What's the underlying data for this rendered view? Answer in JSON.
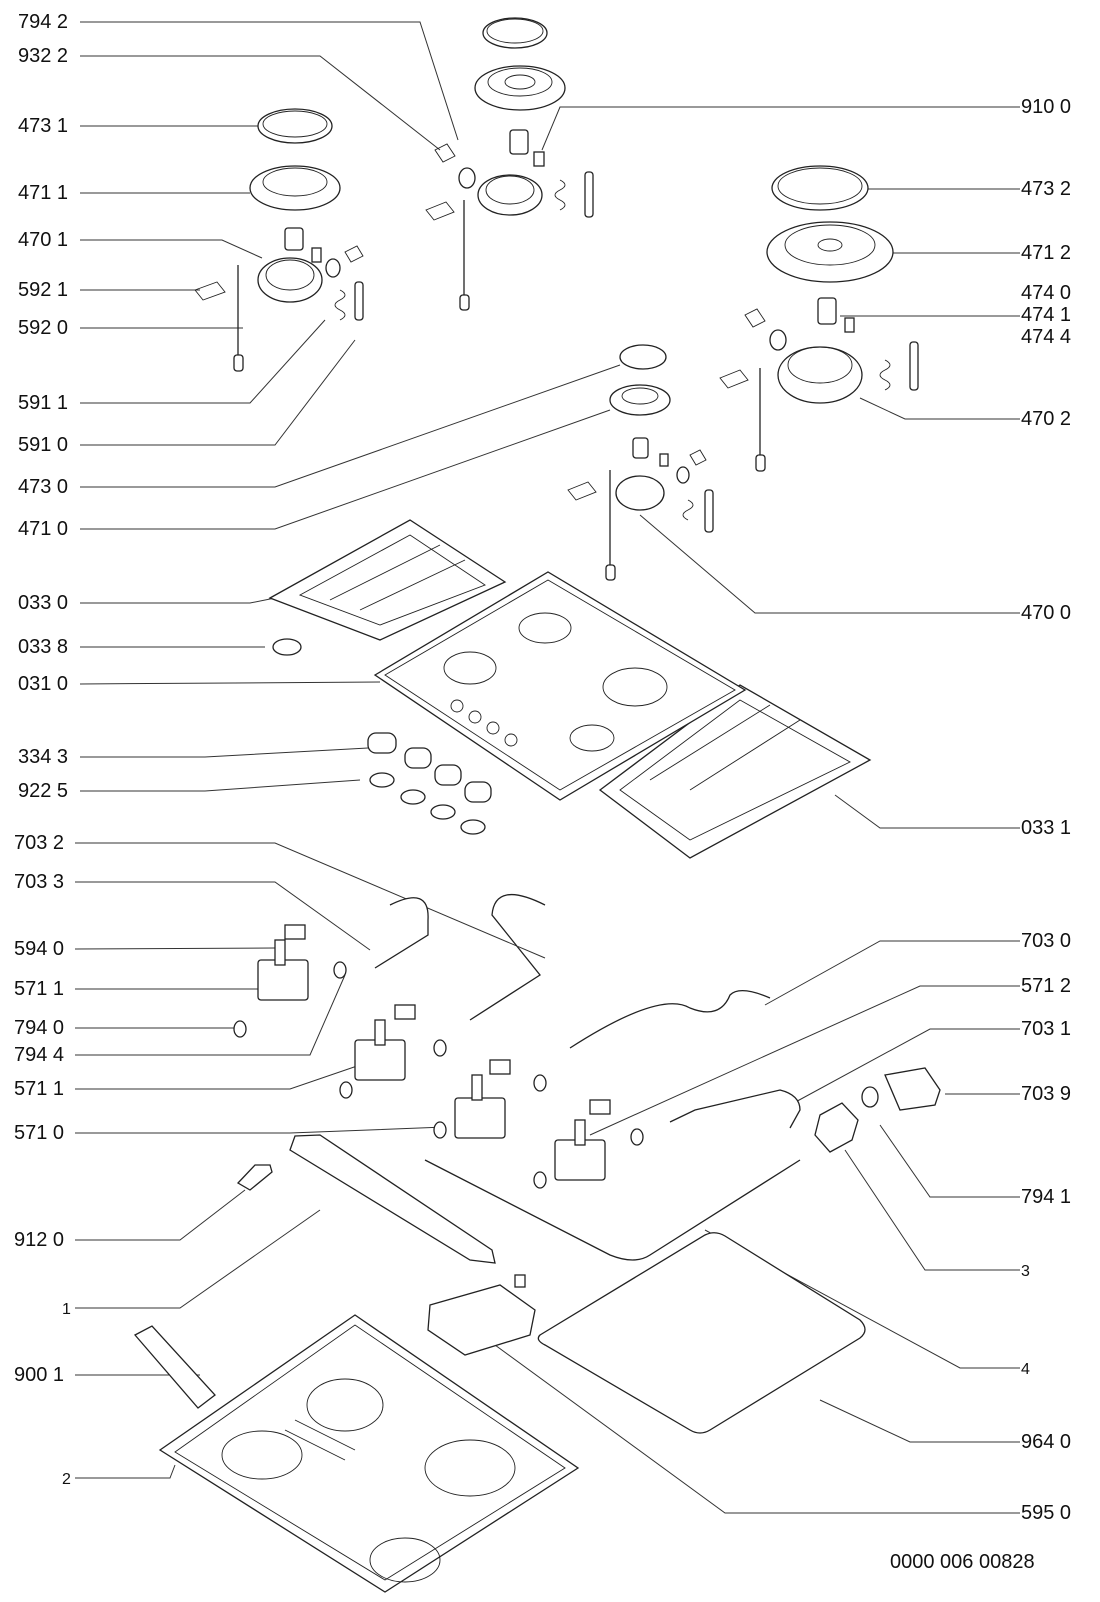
{
  "document_number": "0000 006 00828",
  "left_labels": [
    {
      "id": "794-2",
      "text": "794 2"
    },
    {
      "id": "932-2",
      "text": "932 2"
    },
    {
      "id": "473-1",
      "text": "473 1"
    },
    {
      "id": "471-1",
      "text": "471 1"
    },
    {
      "id": "470-1",
      "text": "470 1"
    },
    {
      "id": "592-1",
      "text": "592 1"
    },
    {
      "id": "592-0",
      "text": "592 0"
    },
    {
      "id": "591-1",
      "text": "591 1"
    },
    {
      "id": "591-0",
      "text": "591 0"
    },
    {
      "id": "473-0",
      "text": "473 0"
    },
    {
      "id": "471-0",
      "text": "471 0"
    },
    {
      "id": "033-0",
      "text": "033 0"
    },
    {
      "id": "033-8",
      "text": "033 8"
    },
    {
      "id": "031-0",
      "text": "031 0"
    },
    {
      "id": "334-3",
      "text": "334 3"
    },
    {
      "id": "922-5",
      "text": "922 5"
    },
    {
      "id": "703-2",
      "text": "703 2"
    },
    {
      "id": "703-3",
      "text": "703 3"
    },
    {
      "id": "594-0",
      "text": "594 0"
    },
    {
      "id": "571-1a",
      "text": "571 1"
    },
    {
      "id": "794-0",
      "text": "794 0"
    },
    {
      "id": "794-4",
      "text": "794 4"
    },
    {
      "id": "571-1b",
      "text": "571 1"
    },
    {
      "id": "571-0",
      "text": "571 0"
    },
    {
      "id": "912-0",
      "text": "912 0"
    },
    {
      "id": "1",
      "text": "1"
    },
    {
      "id": "900-1",
      "text": "900 1"
    },
    {
      "id": "2",
      "text": "2"
    }
  ],
  "right_labels": [
    {
      "id": "910-0",
      "text": "910 0"
    },
    {
      "id": "473-2",
      "text": "473 2"
    },
    {
      "id": "471-2",
      "text": "471 2"
    },
    {
      "id": "474-0",
      "text": "474 0"
    },
    {
      "id": "474-1",
      "text": "474 1"
    },
    {
      "id": "474-4",
      "text": "474 4"
    },
    {
      "id": "470-2",
      "text": "470 2"
    },
    {
      "id": "470-0",
      "text": "470 0"
    },
    {
      "id": "033-1",
      "text": "033 1"
    },
    {
      "id": "703-0",
      "text": "703 0"
    },
    {
      "id": "571-2",
      "text": "571 2"
    },
    {
      "id": "703-1",
      "text": "703 1"
    },
    {
      "id": "703-9",
      "text": "703 9"
    },
    {
      "id": "794-1",
      "text": "794 1"
    },
    {
      "id": "3",
      "text": "3"
    },
    {
      "id": "4",
      "text": "4"
    },
    {
      "id": "964-0",
      "text": "964 0"
    },
    {
      "id": "595-0",
      "text": "595 0"
    }
  ]
}
